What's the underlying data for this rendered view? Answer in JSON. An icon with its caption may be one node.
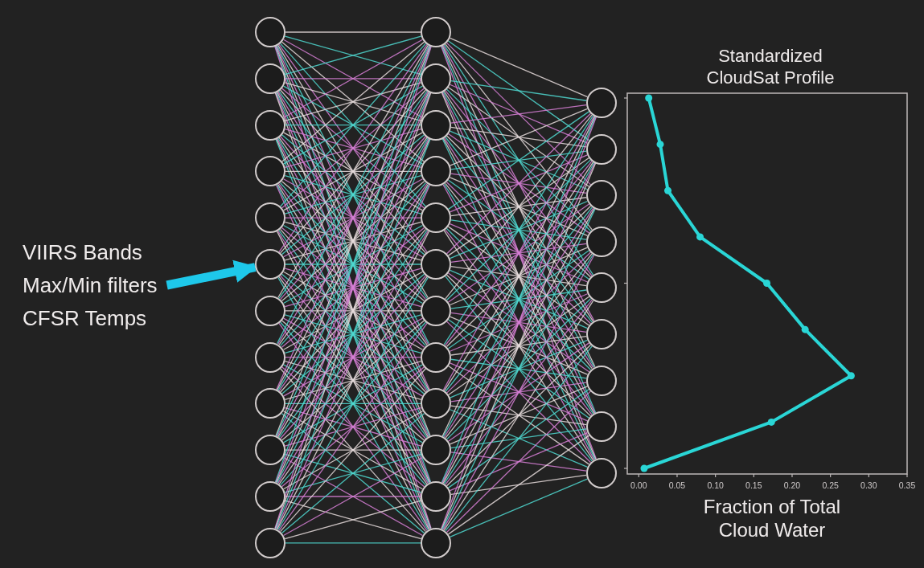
{
  "diagram": {
    "nodes": [
      {
        "text": [
          "VIIRS Bands",
          "Max/Min filters",
          "CFSR Temps"
        ]
      },
      {
        "text": [],
        "shape": "circle"
      },
      {
        "text": [],
        "shape": "circle"
      },
      {
        "text": [],
        "shape": "circle"
      },
      {
        "text": [],
        "shape": "circle"
      },
      {
        "text": [],
        "shape": "circle"
      },
      {
        "text": [],
        "shape": "circle"
      },
      {
        "text": [],
        "shape": "circle"
      },
      {
        "text": [],
        "shape": "circle"
      },
      {
        "text": [],
        "shape": "circle"
      },
      {
        "text": [],
        "shape": "circle"
      },
      {
        "text": [],
        "shape": "circle"
      },
      {
        "text": [],
        "shape": "circle"
      },
      {
        "text": [],
        "shape": "circle"
      },
      {
        "text": [],
        "shape": "circle"
      },
      {
        "text": [],
        "shape": "circle"
      },
      {
        "text": [],
        "shape": "circle"
      },
      {
        "text": [],
        "shape": "circle"
      },
      {
        "text": [],
        "shape": "circle"
      },
      {
        "text": [],
        "shape": "circle"
      },
      {
        "text": [],
        "shape": "circle"
      },
      {
        "text": [],
        "shape": "circle"
      },
      {
        "text": [],
        "shape": "circle"
      },
      {
        "text": [],
        "shape": "circle"
      },
      {
        "text": [],
        "shape": "circle"
      },
      {
        "text": [],
        "shape": "circle"
      },
      {
        "text": [],
        "shape": "circle"
      },
      {
        "text": [],
        "shape": "circle"
      },
      {
        "text": [],
        "shape": "circle"
      },
      {
        "text": [],
        "shape": "circle"
      },
      {
        "text": [],
        "shape": "circle"
      },
      {
        "text": [],
        "shape": "circle"
      },
      {
        "text": [],
        "shape": "circle"
      },
      {
        "text": [],
        "shape": "circle"
      }
    ],
    "edges": [
      {
        "from": 0,
        "to": 6,
        "arrow": "to",
        "style": "thick",
        "color": "#1ec8ea"
      },
      {
        "from": 1,
        "to": 13,
        "arrow": "none"
      },
      {
        "from": 1,
        "to": 14,
        "arrow": "none",
        "color": "#4fd8d0"
      },
      {
        "from": 1,
        "to": 15,
        "arrow": "none",
        "color": "#d77fd6"
      },
      {
        "from": 1,
        "to": 16,
        "arrow": "none"
      },
      {
        "from": 1,
        "to": 17,
        "arrow": "none",
        "color": "#4fd8d0"
      },
      {
        "from": 1,
        "to": 18,
        "arrow": "none",
        "color": "#d77fd6"
      },
      {
        "from": 1,
        "to": 19,
        "arrow": "none"
      },
      {
        "from": 1,
        "to": 20,
        "arrow": "none",
        "color": "#4fd8d0"
      },
      {
        "from": 1,
        "to": 21,
        "arrow": "none",
        "color": "#d77fd6"
      },
      {
        "from": 1,
        "to": 22,
        "arrow": "none"
      },
      {
        "from": 1,
        "to": 23,
        "arrow": "none",
        "color": "#4fd8d0"
      },
      {
        "from": 1,
        "to": 24,
        "arrow": "none",
        "color": "#d77fd6"
      },
      {
        "from": 2,
        "to": 13,
        "arrow": "none",
        "color": "#4fd8d0"
      },
      {
        "from": 2,
        "to": 14,
        "arrow": "none",
        "color": "#d77fd6"
      },
      {
        "from": 2,
        "to": 15,
        "arrow": "none"
      },
      {
        "from": 2,
        "to": 16,
        "arrow": "none",
        "color": "#4fd8d0"
      },
      {
        "from": 2,
        "to": 17,
        "arrow": "none",
        "color": "#d77fd6"
      },
      {
        "from": 2,
        "to": 18,
        "arrow": "none"
      },
      {
        "from": 2,
        "to": 19,
        "arrow": "none",
        "color": "#4fd8d0"
      },
      {
        "from": 2,
        "to": 20,
        "arrow": "none",
        "color": "#d77fd6"
      },
      {
        "from": 2,
        "to": 21,
        "arrow": "none"
      },
      {
        "from": 2,
        "to": 22,
        "arrow": "none",
        "color": "#4fd8d0"
      },
      {
        "from": 2,
        "to": 23,
        "arrow": "none",
        "color": "#d77fd6"
      },
      {
        "from": 2,
        "to": 24,
        "arrow": "none"
      },
      {
        "from": 3,
        "to": 13,
        "arrow": "none",
        "color": "#d77fd6"
      },
      {
        "from": 3,
        "to": 14,
        "arrow": "none"
      },
      {
        "from": 3,
        "to": 15,
        "arrow": "none",
        "color": "#4fd8d0"
      },
      {
        "from": 3,
        "to": 16,
        "arrow": "none",
        "color": "#d77fd6"
      },
      {
        "from": 3,
        "to": 17,
        "arrow": "none"
      },
      {
        "from": 3,
        "to": 18,
        "arrow": "none",
        "color": "#4fd8d0"
      },
      {
        "from": 3,
        "to": 19,
        "arrow": "none",
        "color": "#d77fd6"
      },
      {
        "from": 3,
        "to": 20,
        "arrow": "none"
      },
      {
        "from": 3,
        "to": 21,
        "arrow": "none",
        "color": "#4fd8d0"
      },
      {
        "from": 3,
        "to": 22,
        "arrow": "none",
        "color": "#d77fd6"
      },
      {
        "from": 3,
        "to": 23,
        "arrow": "none"
      },
      {
        "from": 3,
        "to": 24,
        "arrow": "none",
        "color": "#4fd8d0"
      },
      {
        "from": 4,
        "to": 13,
        "arrow": "none"
      },
      {
        "from": 4,
        "to": 14,
        "arrow": "none",
        "color": "#4fd8d0"
      },
      {
        "from": 4,
        "to": 15,
        "arrow": "none",
        "color": "#d77fd6"
      },
      {
        "from": 4,
        "to": 16,
        "arrow": "none"
      },
      {
        "from": 4,
        "to": 17,
        "arrow": "none",
        "color": "#4fd8d0"
      },
      {
        "from": 4,
        "to": 18,
        "arrow": "none",
        "color": "#d77fd6"
      },
      {
        "from": 4,
        "to": 19,
        "arrow": "none"
      },
      {
        "from": 4,
        "to": 20,
        "arrow": "none",
        "color": "#4fd8d0"
      },
      {
        "from": 4,
        "to": 21,
        "arrow": "none",
        "color": "#d77fd6"
      },
      {
        "from": 4,
        "to": 22,
        "arrow": "none"
      },
      {
        "from": 4,
        "to": 23,
        "arrow": "none",
        "color": "#4fd8d0"
      },
      {
        "from": 4,
        "to": 24,
        "arrow": "none",
        "color": "#d77fd6"
      },
      {
        "from": 5,
        "to": 13,
        "arrow": "none",
        "color": "#4fd8d0"
      },
      {
        "from": 5,
        "to": 14,
        "arrow": "none",
        "color": "#d77fd6"
      },
      {
        "from": 5,
        "to": 15,
        "arrow": "none"
      },
      {
        "from": 5,
        "to": 16,
        "arrow": "none",
        "color": "#4fd8d0"
      },
      {
        "from": 5,
        "to": 17,
        "arrow": "none",
        "color": "#d77fd6"
      },
      {
        "from": 5,
        "to": 18,
        "arrow": "none"
      },
      {
        "from": 5,
        "to": 19,
        "arrow": "none",
        "color": "#4fd8d0"
      },
      {
        "from": 5,
        "to": 20,
        "arrow": "none",
        "color": "#d77fd6"
      },
      {
        "from": 5,
        "to": 21,
        "arrow": "none"
      },
      {
        "from": 5,
        "to": 22,
        "arrow": "none",
        "color": "#4fd8d0"
      },
      {
        "from": 5,
        "to": 23,
        "arrow": "none",
        "color": "#d77fd6"
      },
      {
        "from": 5,
        "to": 24,
        "arrow": "none"
      },
      {
        "from": 6,
        "to": 13,
        "arrow": "none",
        "color": "#d77fd6"
      },
      {
        "from": 6,
        "to": 14,
        "arrow": "none"
      },
      {
        "from": 6,
        "to": 15,
        "arrow": "none",
        "color": "#4fd8d0"
      },
      {
        "from": 6,
        "to": 16,
        "arrow": "none",
        "color": "#d77fd6"
      },
      {
        "from": 6,
        "to": 17,
        "arrow": "none"
      },
      {
        "from": 6,
        "to": 18,
        "arrow": "none",
        "color": "#4fd8d0"
      },
      {
        "from": 6,
        "to": 19,
        "arrow": "none",
        "color": "#d77fd6"
      },
      {
        "from": 6,
        "to": 20,
        "arrow": "none"
      },
      {
        "from": 6,
        "to": 21,
        "arrow": "none",
        "color": "#4fd8d0"
      },
      {
        "from": 6,
        "to": 22,
        "arrow": "none",
        "color": "#d77fd6"
      },
      {
        "from": 6,
        "to": 23,
        "arrow": "none"
      },
      {
        "from": 6,
        "to": 24,
        "arrow": "none",
        "color": "#4fd8d0"
      },
      {
        "from": 7,
        "to": 13,
        "arrow": "none"
      },
      {
        "from": 7,
        "to": 14,
        "arrow": "none",
        "color": "#4fd8d0"
      },
      {
        "from": 7,
        "to": 15,
        "arrow": "none",
        "color": "#d77fd6"
      },
      {
        "from": 7,
        "to": 16,
        "arrow": "none"
      },
      {
        "from": 7,
        "to": 17,
        "arrow": "none",
        "color": "#4fd8d0"
      },
      {
        "from": 7,
        "to": 18,
        "arrow": "none",
        "color": "#d77fd6"
      },
      {
        "from": 7,
        "to": 19,
        "arrow": "none"
      },
      {
        "from": 7,
        "to": 20,
        "arrow": "none",
        "color": "#4fd8d0"
      },
      {
        "from": 7,
        "to": 21,
        "arrow": "none",
        "color": "#d77fd6"
      },
      {
        "from": 7,
        "to": 22,
        "arrow": "none"
      },
      {
        "from": 7,
        "to": 23,
        "arrow": "none",
        "color": "#4fd8d0"
      },
      {
        "from": 7,
        "to": 24,
        "arrow": "none",
        "color": "#d77fd6"
      },
      {
        "from": 8,
        "to": 13,
        "arrow": "none",
        "color": "#4fd8d0"
      },
      {
        "from": 8,
        "to": 14,
        "arrow": "none",
        "color": "#d77fd6"
      },
      {
        "from": 8,
        "to": 15,
        "arrow": "none"
      },
      {
        "from": 8,
        "to": 16,
        "arrow": "none",
        "color": "#4fd8d0"
      },
      {
        "from": 8,
        "to": 17,
        "arrow": "none",
        "color": "#d77fd6"
      },
      {
        "from": 8,
        "to": 18,
        "arrow": "none"
      },
      {
        "from": 8,
        "to": 19,
        "arrow": "none",
        "color": "#4fd8d0"
      },
      {
        "from": 8,
        "to": 20,
        "arrow": "none",
        "color": "#d77fd6"
      },
      {
        "from": 8,
        "to": 21,
        "arrow": "none"
      },
      {
        "from": 8,
        "to": 22,
        "arrow": "none",
        "color": "#4fd8d0"
      },
      {
        "from": 8,
        "to": 23,
        "arrow": "none",
        "color": "#d77fd6"
      },
      {
        "from": 8,
        "to": 24,
        "arrow": "none"
      },
      {
        "from": 9,
        "to": 13,
        "arrow": "none",
        "color": "#d77fd6"
      },
      {
        "from": 9,
        "to": 14,
        "arrow": "none"
      },
      {
        "from": 9,
        "to": 15,
        "arrow": "none",
        "color": "#4fd8d0"
      },
      {
        "from": 9,
        "to": 16,
        "arrow": "none",
        "color": "#d77fd6"
      },
      {
        "from": 9,
        "to": 17,
        "arrow": "none"
      },
      {
        "from": 9,
        "to": 18,
        "arrow": "none",
        "color": "#4fd8d0"
      },
      {
        "from": 9,
        "to": 19,
        "arrow": "none",
        "color": "#d77fd6"
      },
      {
        "from": 9,
        "to": 20,
        "arrow": "none"
      },
      {
        "from": 9,
        "to": 21,
        "arrow": "none",
        "color": "#4fd8d0"
      },
      {
        "from": 9,
        "to": 22,
        "arrow": "none",
        "color": "#d77fd6"
      },
      {
        "from": 9,
        "to": 23,
        "arrow": "none"
      },
      {
        "from": 9,
        "to": 24,
        "arrow": "none",
        "color": "#4fd8d0"
      },
      {
        "from": 10,
        "to": 13,
        "arrow": "none"
      },
      {
        "from": 10,
        "to": 14,
        "arrow": "none",
        "color": "#4fd8d0"
      },
      {
        "from": 10,
        "to": 15,
        "arrow": "none",
        "color": "#d77fd6"
      },
      {
        "from": 10,
        "to": 16,
        "arrow": "none"
      },
      {
        "from": 10,
        "to": 17,
        "arrow": "none",
        "color": "#4fd8d0"
      },
      {
        "from": 10,
        "to": 18,
        "arrow": "none",
        "color": "#d77fd6"
      },
      {
        "from": 10,
        "to": 19,
        "arrow": "none"
      },
      {
        "from": 10,
        "to": 20,
        "arrow": "none",
        "color": "#4fd8d0"
      },
      {
        "from": 10,
        "to": 21,
        "arrow": "none",
        "color": "#d77fd6"
      },
      {
        "from": 10,
        "to": 22,
        "arrow": "none"
      },
      {
        "from": 10,
        "to": 23,
        "arrow": "none",
        "color": "#4fd8d0"
      },
      {
        "from": 10,
        "to": 24,
        "arrow": "none",
        "color": "#d77fd6"
      },
      {
        "from": 11,
        "to": 13,
        "arrow": "none",
        "color": "#4fd8d0"
      },
      {
        "from": 11,
        "to": 14,
        "arrow": "none",
        "color": "#d77fd6"
      },
      {
        "from": 11,
        "to": 15,
        "arrow": "none"
      },
      {
        "from": 11,
        "to": 16,
        "arrow": "none",
        "color": "#4fd8d0"
      },
      {
        "from": 11,
        "to": 17,
        "arrow": "none",
        "color": "#d77fd6"
      },
      {
        "from": 11,
        "to": 18,
        "arrow": "none"
      },
      {
        "from": 11,
        "to": 19,
        "arrow": "none",
        "color": "#4fd8d0"
      },
      {
        "from": 11,
        "to": 20,
        "arrow": "none",
        "color": "#d77fd6"
      },
      {
        "from": 11,
        "to": 21,
        "arrow": "none"
      },
      {
        "from": 11,
        "to": 22,
        "arrow": "none",
        "color": "#4fd8d0"
      },
      {
        "from": 11,
        "to": 23,
        "arrow": "none",
        "color": "#d77fd6"
      },
      {
        "from": 11,
        "to": 24,
        "arrow": "none"
      },
      {
        "from": 12,
        "to": 13,
        "arrow": "none",
        "color": "#d77fd6"
      },
      {
        "from": 12,
        "to": 14,
        "arrow": "none"
      },
      {
        "from": 12,
        "to": 15,
        "arrow": "none",
        "color": "#4fd8d0"
      },
      {
        "from": 12,
        "to": 16,
        "arrow": "none",
        "color": "#d77fd6"
      },
      {
        "from": 12,
        "to": 17,
        "arrow": "none"
      },
      {
        "from": 12,
        "to": 18,
        "arrow": "none",
        "color": "#4fd8d0"
      },
      {
        "from": 12,
        "to": 19,
        "arrow": "none",
        "color": "#d77fd6"
      },
      {
        "from": 12,
        "to": 20,
        "arrow": "none"
      },
      {
        "from": 12,
        "to": 21,
        "arrow": "none",
        "color": "#4fd8d0"
      },
      {
        "from": 12,
        "to": 22,
        "arrow": "none",
        "color": "#d77fd6"
      },
      {
        "from": 12,
        "to": 23,
        "arrow": "none"
      },
      {
        "from": 12,
        "to": 24,
        "arrow": "none",
        "color": "#4fd8d0"
      },
      {
        "from": 13,
        "to": 25,
        "arrow": "none"
      },
      {
        "from": 13,
        "to": 26,
        "arrow": "none",
        "color": "#4fd8d0"
      },
      {
        "from": 13,
        "to": 27,
        "arrow": "none",
        "color": "#d77fd6"
      },
      {
        "from": 13,
        "to": 28,
        "arrow": "none"
      },
      {
        "from": 13,
        "to": 29,
        "arrow": "none",
        "color": "#4fd8d0"
      },
      {
        "from": 13,
        "to": 30,
        "arrow": "none",
        "color": "#d77fd6"
      },
      {
        "from": 13,
        "to": 31,
        "arrow": "none"
      },
      {
        "from": 13,
        "to": 32,
        "arrow": "none",
        "color": "#4fd8d0"
      },
      {
        "from": 13,
        "to": 33,
        "arrow": "none",
        "color": "#d77fd6"
      },
      {
        "from": 14,
        "to": 25,
        "arrow": "none",
        "color": "#4fd8d0"
      },
      {
        "from": 14,
        "to": 26,
        "arrow": "none",
        "color": "#d77fd6"
      },
      {
        "from": 14,
        "to": 27,
        "arrow": "none"
      },
      {
        "from": 14,
        "to": 28,
        "arrow": "none",
        "color": "#4fd8d0"
      },
      {
        "from": 14,
        "to": 29,
        "arrow": "none",
        "color": "#d77fd6"
      },
      {
        "from": 14,
        "to": 30,
        "arrow": "none"
      },
      {
        "from": 14,
        "to": 31,
        "arrow": "none",
        "color": "#4fd8d0"
      },
      {
        "from": 14,
        "to": 32,
        "arrow": "none",
        "color": "#d77fd6"
      },
      {
        "from": 14,
        "to": 33,
        "arrow": "none"
      },
      {
        "from": 15,
        "to": 25,
        "arrow": "none",
        "color": "#d77fd6"
      },
      {
        "from": 15,
        "to": 26,
        "arrow": "none"
      },
      {
        "from": 15,
        "to": 27,
        "arrow": "none",
        "color": "#4fd8d0"
      },
      {
        "from": 15,
        "to": 28,
        "arrow": "none",
        "color": "#d77fd6"
      },
      {
        "from": 15,
        "to": 29,
        "arrow": "none"
      },
      {
        "from": 15,
        "to": 30,
        "arrow": "none",
        "color": "#4fd8d0"
      },
      {
        "from": 15,
        "to": 31,
        "arrow": "none",
        "color": "#d77fd6"
      },
      {
        "from": 15,
        "to": 32,
        "arrow": "none"
      },
      {
        "from": 15,
        "to": 33,
        "arrow": "none",
        "color": "#4fd8d0"
      },
      {
        "from": 16,
        "to": 25,
        "arrow": "none"
      },
      {
        "from": 16,
        "to": 26,
        "arrow": "none",
        "color": "#4fd8d0"
      },
      {
        "from": 16,
        "to": 27,
        "arrow": "none",
        "color": "#d77fd6"
      },
      {
        "from": 16,
        "to": 28,
        "arrow": "none"
      },
      {
        "from": 16,
        "to": 29,
        "arrow": "none",
        "color": "#4fd8d0"
      },
      {
        "from": 16,
        "to": 30,
        "arrow": "none",
        "color": "#d77fd6"
      },
      {
        "from": 16,
        "to": 31,
        "arrow": "none"
      },
      {
        "from": 16,
        "to": 32,
        "arrow": "none",
        "color": "#4fd8d0"
      },
      {
        "from": 16,
        "to": 33,
        "arrow": "none",
        "color": "#d77fd6"
      },
      {
        "from": 17,
        "to": 25,
        "arrow": "none",
        "color": "#4fd8d0"
      },
      {
        "from": 17,
        "to": 26,
        "arrow": "none",
        "color": "#d77fd6"
      },
      {
        "from": 17,
        "to": 27,
        "arrow": "none"
      },
      {
        "from": 17,
        "to": 28,
        "arrow": "none",
        "color": "#4fd8d0"
      },
      {
        "from": 17,
        "to": 29,
        "arrow": "none",
        "color": "#d77fd6"
      },
      {
        "from": 17,
        "to": 30,
        "arrow": "none"
      },
      {
        "from": 17,
        "to": 31,
        "arrow": "none",
        "color": "#4fd8d0"
      },
      {
        "from": 17,
        "to": 32,
        "arrow": "none",
        "color": "#d77fd6"
      },
      {
        "from": 17,
        "to": 33,
        "arrow": "none"
      },
      {
        "from": 18,
        "to": 25,
        "arrow": "none",
        "color": "#d77fd6"
      },
      {
        "from": 18,
        "to": 26,
        "arrow": "none"
      },
      {
        "from": 18,
        "to": 27,
        "arrow": "none",
        "color": "#4fd8d0"
      },
      {
        "from": 18,
        "to": 28,
        "arrow": "none",
        "color": "#d77fd6"
      },
      {
        "from": 18,
        "to": 29,
        "arrow": "none"
      },
      {
        "from": 18,
        "to": 30,
        "arrow": "none",
        "color": "#4fd8d0"
      },
      {
        "from": 18,
        "to": 31,
        "arrow": "none",
        "color": "#d77fd6"
      },
      {
        "from": 18,
        "to": 32,
        "arrow": "none"
      },
      {
        "from": 18,
        "to": 33,
        "arrow": "none",
        "color": "#4fd8d0"
      },
      {
        "from": 19,
        "to": 25,
        "arrow": "none"
      },
      {
        "from": 19,
        "to": 26,
        "arrow": "none",
        "color": "#4fd8d0"
      },
      {
        "from": 19,
        "to": 27,
        "arrow": "none",
        "color": "#d77fd6"
      },
      {
        "from": 19,
        "to": 28,
        "arrow": "none"
      },
      {
        "from": 19,
        "to": 29,
        "arrow": "none",
        "color": "#4fd8d0"
      },
      {
        "from": 19,
        "to": 30,
        "arrow": "none",
        "color": "#d77fd6"
      },
      {
        "from": 19,
        "to": 31,
        "arrow": "none"
      },
      {
        "from": 19,
        "to": 32,
        "arrow": "none",
        "color": "#4fd8d0"
      },
      {
        "from": 19,
        "to": 33,
        "arrow": "none",
        "color": "#d77fd6"
      },
      {
        "from": 20,
        "to": 25,
        "arrow": "none",
        "color": "#4fd8d0"
      },
      {
        "from": 20,
        "to": 26,
        "arrow": "none",
        "color": "#d77fd6"
      },
      {
        "from": 20,
        "to": 27,
        "arrow": "none"
      },
      {
        "from": 20,
        "to": 28,
        "arrow": "none",
        "color": "#4fd8d0"
      },
      {
        "from": 20,
        "to": 29,
        "arrow": "none",
        "color": "#d77fd6"
      },
      {
        "from": 20,
        "to": 30,
        "arrow": "none"
      },
      {
        "from": 20,
        "to": 31,
        "arrow": "none",
        "color": "#4fd8d0"
      },
      {
        "from": 20,
        "to": 32,
        "arrow": "none",
        "color": "#d77fd6"
      },
      {
        "from": 20,
        "to": 33,
        "arrow": "none"
      },
      {
        "from": 21,
        "to": 25,
        "arrow": "none",
        "color": "#d77fd6"
      },
      {
        "from": 21,
        "to": 26,
        "arrow": "none"
      },
      {
        "from": 21,
        "to": 27,
        "arrow": "none",
        "color": "#4fd8d0"
      },
      {
        "from": 21,
        "to": 28,
        "arrow": "none",
        "color": "#d77fd6"
      },
      {
        "from": 21,
        "to": 29,
        "arrow": "none"
      },
      {
        "from": 21,
        "to": 30,
        "arrow": "none",
        "color": "#4fd8d0"
      },
      {
        "from": 21,
        "to": 31,
        "arrow": "none",
        "color": "#d77fd6"
      },
      {
        "from": 21,
        "to": 32,
        "arrow": "none"
      },
      {
        "from": 21,
        "to": 33,
        "arrow": "none",
        "color": "#4fd8d0"
      },
      {
        "from": 22,
        "to": 25,
        "arrow": "none"
      },
      {
        "from": 22,
        "to": 26,
        "arrow": "none",
        "color": "#4fd8d0"
      },
      {
        "from": 22,
        "to": 27,
        "arrow": "none",
        "color": "#d77fd6"
      },
      {
        "from": 22,
        "to": 28,
        "arrow": "none"
      },
      {
        "from": 22,
        "to": 29,
        "arrow": "none",
        "color": "#4fd8d0"
      },
      {
        "from": 22,
        "to": 30,
        "arrow": "none",
        "color": "#d77fd6"
      },
      {
        "from": 22,
        "to": 31,
        "arrow": "none"
      },
      {
        "from": 22,
        "to": 32,
        "arrow": "none",
        "color": "#4fd8d0"
      },
      {
        "from": 22,
        "to": 33,
        "arrow": "none",
        "color": "#d77fd6"
      },
      {
        "from": 23,
        "to": 25,
        "arrow": "none",
        "color": "#4fd8d0"
      },
      {
        "from": 23,
        "to": 26,
        "arrow": "none",
        "color": "#d77fd6"
      },
      {
        "from": 23,
        "to": 27,
        "arrow": "none"
      },
      {
        "from": 23,
        "to": 28,
        "arrow": "none",
        "color": "#4fd8d0"
      },
      {
        "from": 23,
        "to": 29,
        "arrow": "none",
        "color": "#d77fd6"
      },
      {
        "from": 23,
        "to": 30,
        "arrow": "none"
      },
      {
        "from": 23,
        "to": 31,
        "arrow": "none",
        "color": "#4fd8d0"
      },
      {
        "from": 23,
        "to": 32,
        "arrow": "none",
        "color": "#d77fd6"
      },
      {
        "from": 23,
        "to": 33,
        "arrow": "none"
      },
      {
        "from": 24,
        "to": 25,
        "arrow": "none",
        "color": "#d77fd6"
      },
      {
        "from": 24,
        "to": 26,
        "arrow": "none"
      },
      {
        "from": 24,
        "to": 27,
        "arrow": "none",
        "color": "#4fd8d0"
      },
      {
        "from": 24,
        "to": 28,
        "arrow": "none",
        "color": "#d77fd6"
      },
      {
        "from": 24,
        "to": 29,
        "arrow": "none"
      },
      {
        "from": 24,
        "to": 30,
        "arrow": "none",
        "color": "#4fd8d0"
      },
      {
        "from": 24,
        "to": 31,
        "arrow": "none",
        "color": "#d77fd6"
      },
      {
        "from": 24,
        "to": 32,
        "arrow": "none"
      },
      {
        "from": 24,
        "to": 33,
        "arrow": "none",
        "color": "#4fd8d0"
      }
    ],
    "chart_data": {
      "type": "line",
      "orientation": "horizontal",
      "title": "Standardized CloudSat Profile",
      "xlabel": "Fraction of Total Cloud Water",
      "xlim": [
        -0.015,
        0.35
      ],
      "xticks": [
        {
          "value": 0,
          "label": "0.00"
        },
        {
          "value": 0.05,
          "label": "0.05"
        },
        {
          "value": 0.1,
          "label": "0.10"
        },
        {
          "value": 0.15,
          "label": "0.15"
        },
        {
          "value": 0.2,
          "label": "0.20"
        },
        {
          "value": 0.25,
          "label": "0.25"
        },
        {
          "value": 0.3,
          "label": "0.30"
        },
        {
          "value": 0.35,
          "label": "0.35"
        }
      ],
      "series": [
        {
          "color": "#2ad6d6",
          "marker": "o",
          "values": [
            0.013,
            0.028,
            0.038,
            0.08,
            0.167,
            0.217,
            0.277,
            0.173,
            0.007
          ]
        }
      ]
    }
  }
}
